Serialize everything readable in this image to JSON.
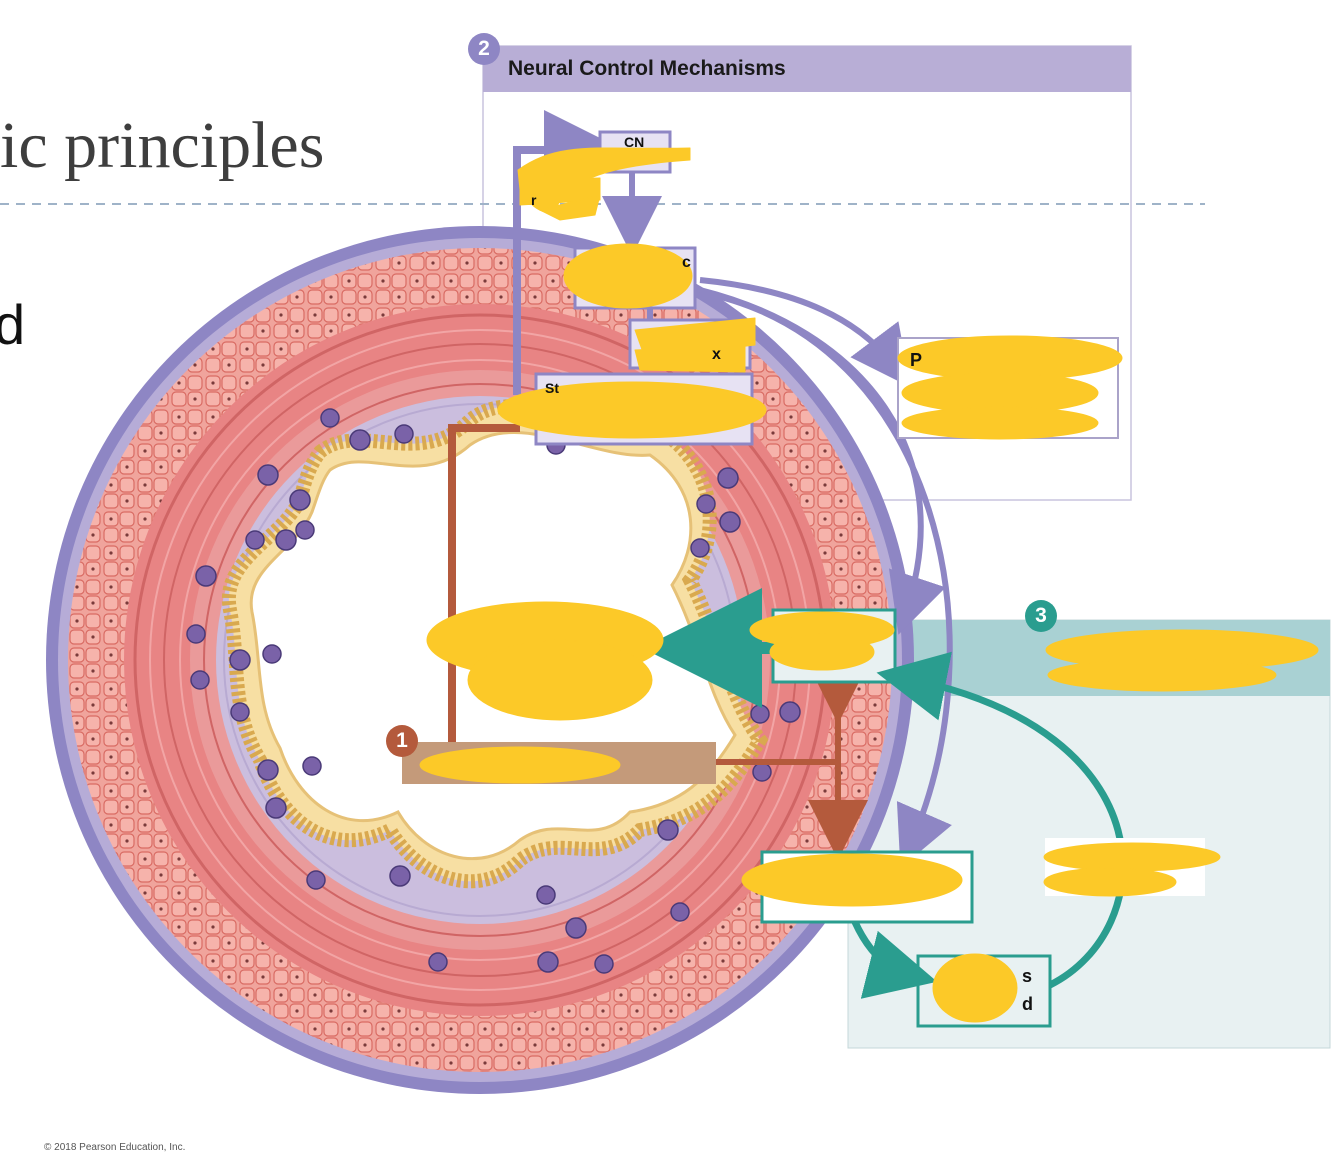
{
  "slide": {
    "title_fragment": "ic principles",
    "left_fragment": "d"
  },
  "panels": {
    "neural": {
      "number": "2",
      "title": "Neural Control Mechanisms",
      "label_fragments": [
        "CN",
        "r",
        "c",
        "x",
        "P",
        "St"
      ]
    },
    "hormonal": {
      "number": "3",
      "label_fragments": [
        "s",
        "d"
      ]
    },
    "local": {
      "number": "1"
    }
  },
  "colors": {
    "neural_purple": "#8e86c4",
    "neural_header": "#b8aed6",
    "teal": "#2a9d8f",
    "local_brown": "#b45a3c",
    "local_bar": "#c49a7a",
    "muscle_red": "#e67d7d",
    "mucosa_lavender": "#cbbede",
    "highlighter": "#fcc928"
  },
  "footer": {
    "copyright": "© 2018 Pearson Education, Inc."
  }
}
